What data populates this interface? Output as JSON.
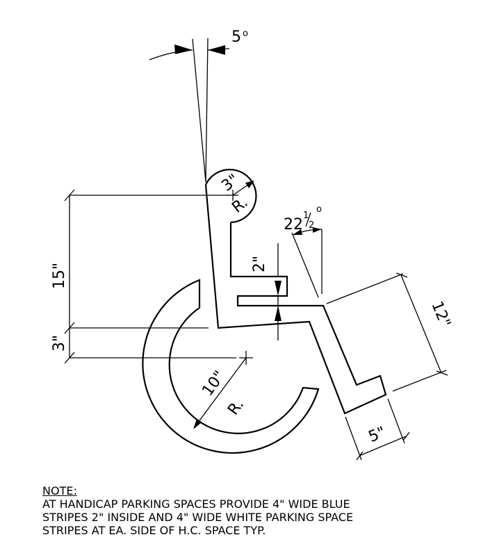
{
  "dimensions": {
    "angle_top": "5",
    "angle_top_unit": "o",
    "head_radius": "3\"",
    "head_radius_r": "R.",
    "height_upper": "15\"",
    "height_lower": "3\"",
    "seat_gap": "2\"",
    "leg_angle_whole": "22",
    "leg_angle_num": "1",
    "leg_angle_den": "2",
    "leg_angle_unit": "o",
    "leg_length": "12\"",
    "foot_width": "5\"",
    "wheel_radius": "10\"",
    "wheel_radius_r": "R."
  },
  "note": {
    "title": "NOTE",
    "colon": ":",
    "line1": "AT HANDICAP PARKING SPACES PROVIDE 4\" WIDE BLUE",
    "line2": "STRIPES 2\" INSIDE AND 4\" WIDE WHITE  PARKING SPACE",
    "line3": "STRIPES AT EA. SIDE OF H.C. SPACE TYP."
  }
}
